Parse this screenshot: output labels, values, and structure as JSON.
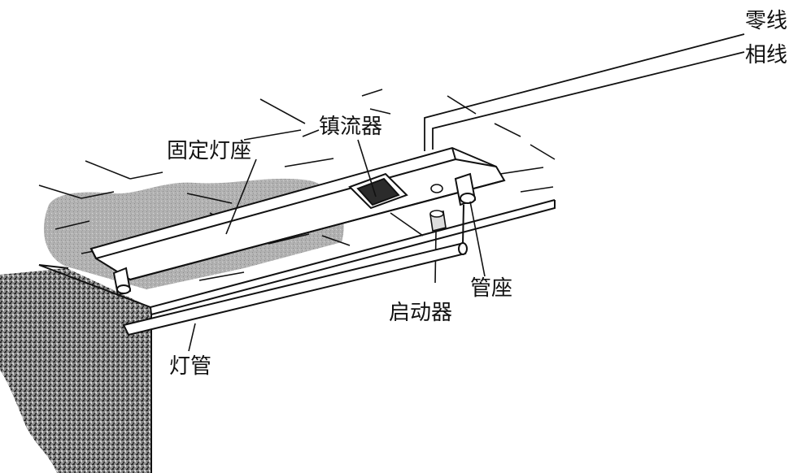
{
  "labels": {
    "neutral_wire": "零线",
    "phase_wire": "相线",
    "ballast": "镇流器",
    "fixture_base": "固定灯座",
    "lamp_holder": "管座",
    "starter": "启动器",
    "lamp_tube": "灯管"
  },
  "colors": {
    "line": "#111111",
    "wall_texture": "#6f6f6f",
    "ceiling_shadow": "#b8b8b8",
    "fixture_fill": "#ffffff"
  }
}
